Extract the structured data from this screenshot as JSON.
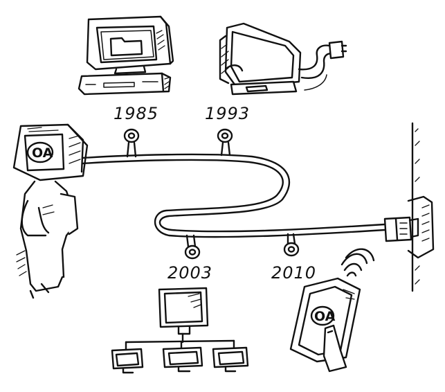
{
  "timeline": {
    "years": [
      "1985",
      "1993",
      "2003",
      "2010"
    ],
    "badge_text": "OA"
  },
  "colors": {
    "ink": "#111111",
    "paper": "#ffffff"
  },
  "icons": {
    "era_1985": "desktop-computer-icon",
    "era_1993": "crt-terminal-icon",
    "era_2003": "networked-computers-icon",
    "era_2010": "smartphone-icon",
    "wall_socket": "wall-socket-icon",
    "person": "oa-head-person-icon",
    "signal": "wifi-signal-icon"
  }
}
